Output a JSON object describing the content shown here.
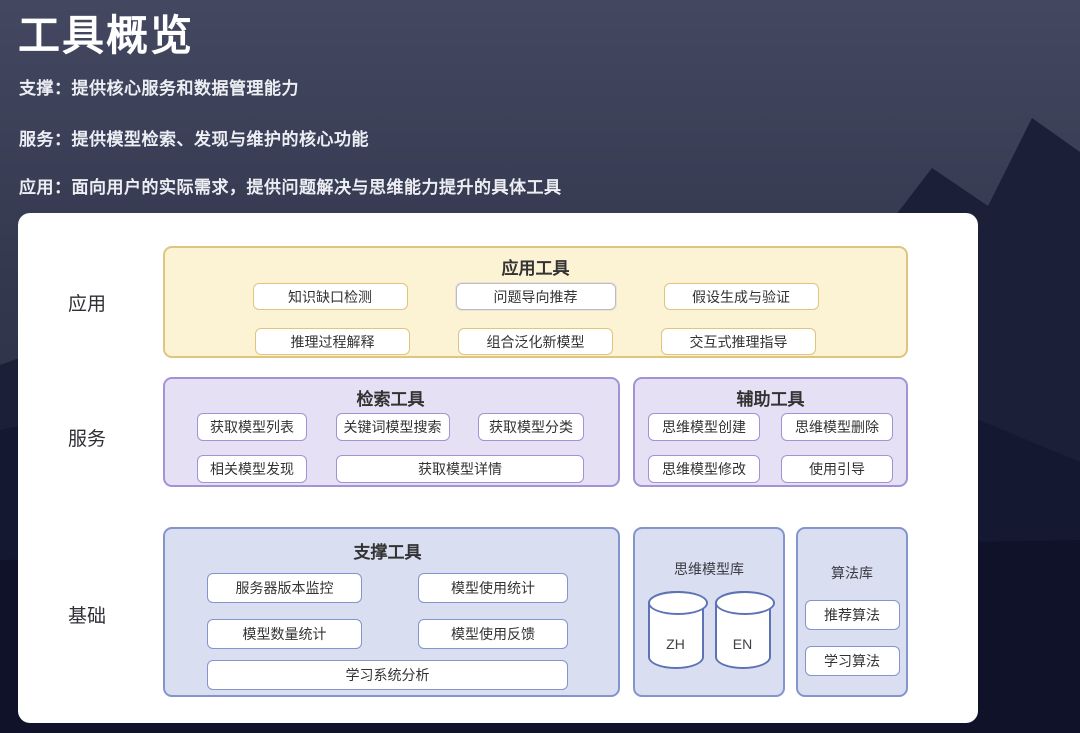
{
  "header": {
    "title": "工具概览",
    "subtitles": [
      "支撑：提供核心服务和数据管理能力",
      "服务：提供模型检索、发现与维护的核心功能",
      "应用：面向用户的实际需求，提供问题解决与思维能力提升的具体工具"
    ]
  },
  "layers": {
    "app": {
      "label": "应用",
      "group": {
        "title": "应用工具",
        "buttons": [
          "知识缺口检测",
          "问题导向推荐",
          "假设生成与验证",
          "推理过程解释",
          "组合泛化新模型",
          "交互式推理指导"
        ]
      }
    },
    "service": {
      "label": "服务",
      "retrieval": {
        "title": "检索工具",
        "buttons": [
          "获取模型列表",
          "关键词模型搜索",
          "获取模型分类",
          "相关模型发现",
          "获取模型详情"
        ]
      },
      "auxiliary": {
        "title": "辅助工具",
        "buttons": [
          "思维模型创建",
          "思维模型删除",
          "思维模型修改",
          "使用引导"
        ]
      }
    },
    "foundation": {
      "label": "基础",
      "support": {
        "title": "支撑工具",
        "buttons": [
          "服务器版本监控",
          "模型使用统计",
          "模型数量统计",
          "模型使用反馈",
          "学习系统分析"
        ]
      },
      "model_library": {
        "title": "思维模型库",
        "databases": [
          "ZH",
          "EN"
        ]
      },
      "algorithm_library": {
        "title": "算法库",
        "buttons": [
          "推荐算法",
          "学习算法"
        ]
      }
    }
  },
  "colors": {
    "background_top": "#434860",
    "background_bottom": "#0f1229",
    "panel": "#ffffff",
    "app_fill": "#fcf2d4",
    "app_border": "#dfc57e",
    "service_fill": "#e6e0f5",
    "service_border": "#a292d6",
    "foundation_fill": "#d9def1",
    "foundation_border": "#8494cd",
    "database_border": "#5d73b5",
    "highlight_button_border": "#b9bdc6",
    "text_dark": "#333333",
    "text_light": "#eceef3"
  }
}
